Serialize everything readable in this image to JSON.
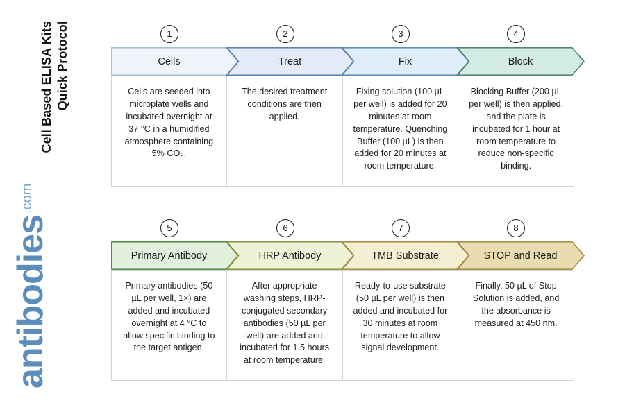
{
  "title_vertical": "Cell Based ELISA Kits\nQuick Protocol",
  "logo": {
    "main": "antibodies",
    "suffix": ".com"
  },
  "rows": [
    {
      "name": "row-1",
      "steps": [
        {
          "number": "1",
          "label": "Cells",
          "body": "Cells are seeded into microplate wells and incubated overnight at 37 °C in a humidified atmosphere containing 5% CO",
          "body_sub": "2",
          "body_tail": ".",
          "fill": "#eff4fa",
          "stroke": "#9fb6cc"
        },
        {
          "number": "2",
          "label": "Treat",
          "body": "The desired treatment conditions are then applied.",
          "fill": "#e4eaf8",
          "stroke": "#4a73a8"
        },
        {
          "number": "3",
          "label": "Fix",
          "body": "Fixing solution (100 µL per well) is added for 20 minutes at room temperature. Quenching Buffer (100 µL) is then added for 20 minutes at room temperature.",
          "fill": "#dfedf9",
          "stroke": "#4a7fa8"
        },
        {
          "number": "4",
          "label": "Block",
          "body": "Blocking Buffer (200 µL per well) is then applied, and the plate is incubated for 1 hour at room temperature to reduce non-specific binding.",
          "fill": "#d3ece3",
          "stroke": "#3f6f66"
        }
      ]
    },
    {
      "name": "row-2",
      "steps": [
        {
          "number": "5",
          "label": "Primary Antibody",
          "body": "Primary antibodies (50 µL per well, 1×) are added and incubated overnight at 4 °C to allow specific binding to the target antigen.",
          "fill": "#e0f0dc",
          "stroke": "#3f7b34"
        },
        {
          "number": "6",
          "label": "HRP Antibody",
          "body": "After appropriate washing steps, HRP-conjugated secondary antibodies (50 µL per well) are added and incubated for 1.5 hours at room temperature.",
          "fill": "#eef3d8",
          "stroke": "#7f8a30"
        },
        {
          "number": "7",
          "label": "TMB Substrate",
          "body": "Ready-to-use substrate (50 µL per well) is then added and incubated for 30 minutes at room temperature to allow signal development.",
          "fill": "#f4eed2",
          "stroke": "#97802f"
        },
        {
          "number": "8",
          "label": "STOP and Read",
          "body": "Finally, 50 µL of Stop Solution is added, and the absorbance is measured at 450 nm.",
          "fill": "#e8dcb0",
          "stroke": "#97802f"
        }
      ]
    }
  ]
}
